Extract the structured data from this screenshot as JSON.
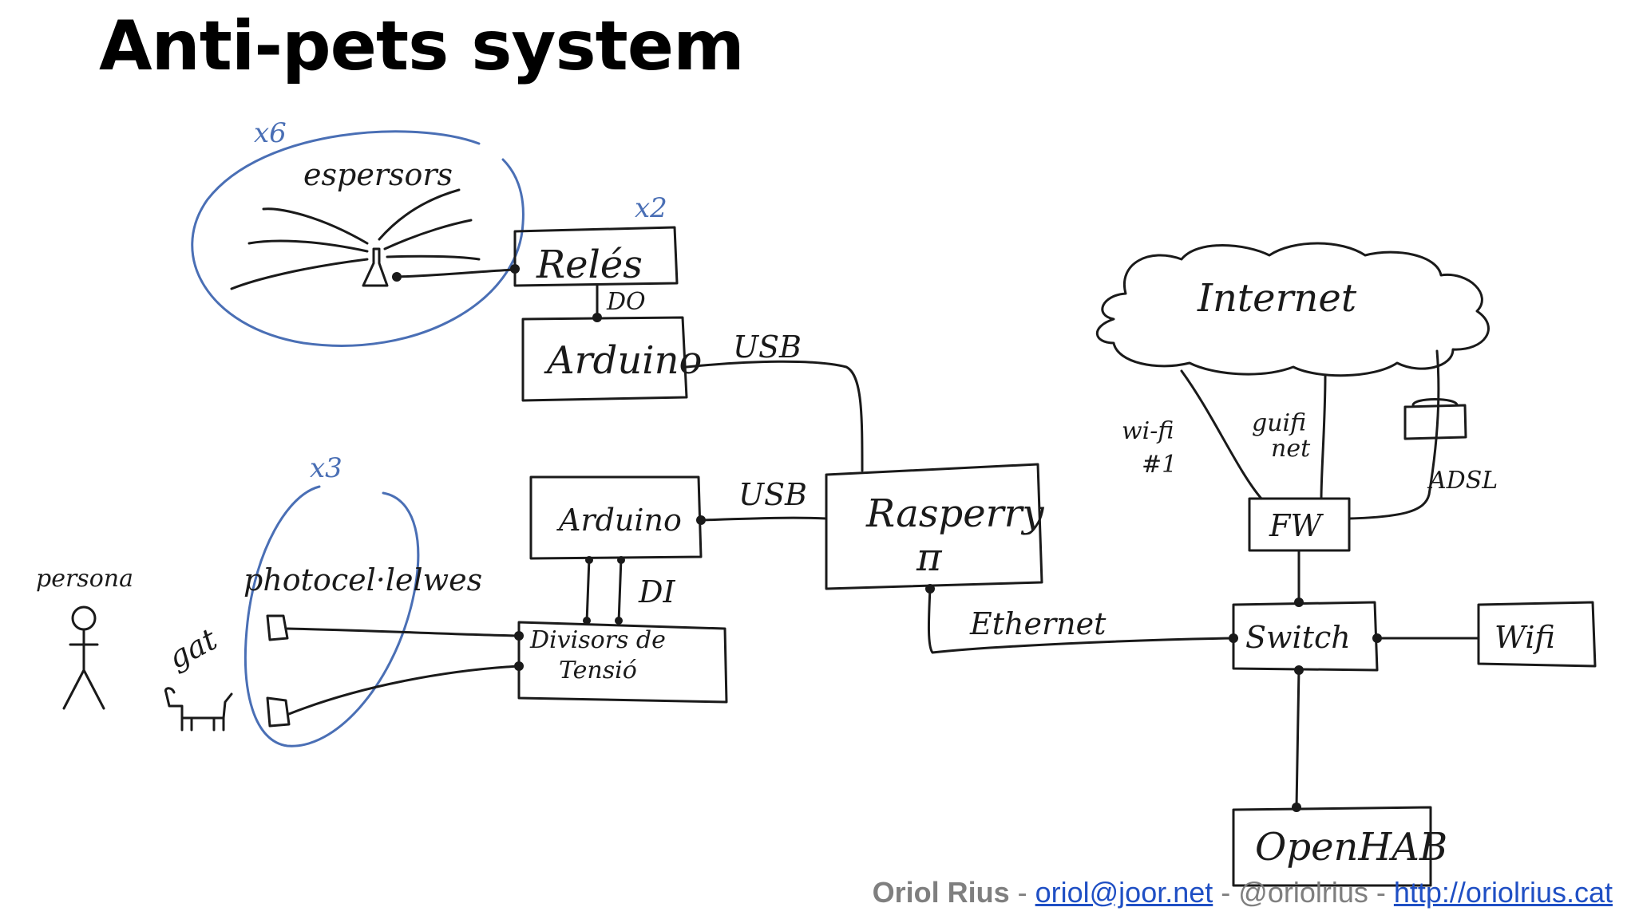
{
  "slide": {
    "title": "Anti-pets system"
  },
  "diagram": {
    "multipliers": {
      "espersors": "x6",
      "reles": "x2",
      "photocells": "x3"
    },
    "labels": {
      "espersors": "espersors",
      "reles": "Relés",
      "do": "DO",
      "arduino_top": "Arduino",
      "usb_top": "USB",
      "arduino_bottom": "Arduino",
      "usb_bottom": "USB",
      "rasperry": "Rasperry",
      "pi": "π",
      "di": "DI",
      "persona": "persona",
      "gat": "gat",
      "photocells": "photocel·lelwes",
      "divisors_line1": "Divisors de",
      "divisors_line2": "Tensió",
      "ethernet": "Ethernet",
      "internet": "Internet",
      "wifi1_line1": "wi-fi",
      "wifi1_line2": "#1",
      "guifi_line1": "guifi",
      "guifi_line2": "net",
      "adsl": "ADSL",
      "fw": "FW",
      "switch": "Switch",
      "wifi": "Wifi",
      "openhab": "OpenHAB"
    }
  },
  "footer": {
    "author": "Oriol Rius",
    "sep1": " - ",
    "email": "oriol@joor.net",
    "sep2": " - ",
    "handle": "@oriolrius",
    "sep3": " - ",
    "website": "http://oriolrius.cat"
  },
  "colors": {
    "ink": "#1a1a1a",
    "annotation_blue": "#4a6fb5",
    "footer_gray": "#7f7f7f",
    "link_blue": "#1f4fc4"
  }
}
